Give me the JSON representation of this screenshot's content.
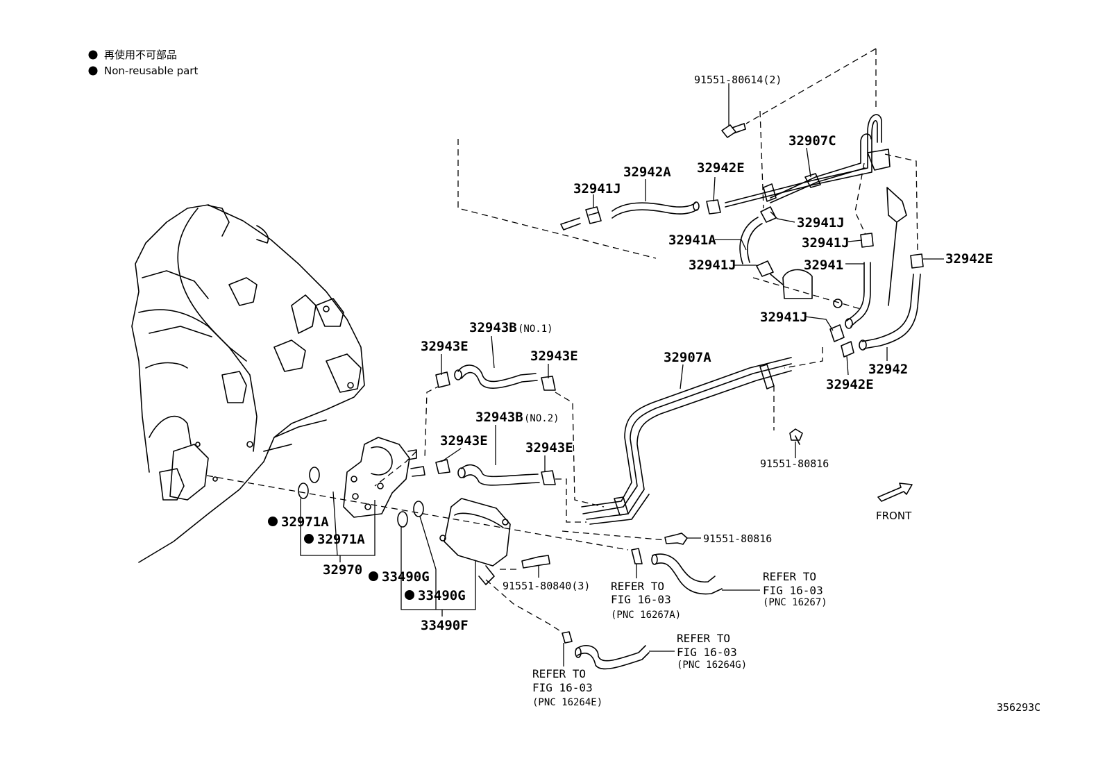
{
  "legend": {
    "line_jp": "再使用不可部品",
    "line_en": "Non-reusable part"
  },
  "labels": {
    "p91551_80614": "91551-80614(2)",
    "p32907C": "32907C",
    "p32942A": "32942A",
    "p32942E_top": "32942E",
    "p32941J_a": "32941J",
    "p32941J_b": "32941J",
    "p32941A": "32941A",
    "p32941J_c": "32941J",
    "p32941J_d": "32941J",
    "p32941": "32941",
    "p32942E_right": "32942E",
    "p32941J_e": "32941J",
    "p32942": "32942",
    "p32942E_lower": "32942E",
    "p32907A": "32907A",
    "p91551_80816_a": "91551-80816",
    "p32943B_no1": "32943B",
    "p32943B_no1_sub": "(NO.1)",
    "p32943E_a": "32943E",
    "p32943E_b": "32943E",
    "p32943B_no2": "32943B",
    "p32943B_no2_sub": "(NO.2)",
    "p32943E_c": "32943E",
    "p32943E_d": "32943E",
    "p32971A_a": "32971A",
    "p32971A_b": "32971A",
    "p32970": "32970",
    "p33490G_a": "33490G",
    "p33490G_b": "33490G",
    "p33490F": "33490F",
    "p91551_80816_b": "91551-80816",
    "p91551_80840": "91551-80840(3)",
    "front": "FRONT",
    "diagram_id": "356293C"
  },
  "refs": {
    "ref1": {
      "l1": "REFER TO",
      "l2": "FIG 16-03",
      "l3": "(PNC 16267A)"
    },
    "ref2": {
      "l1": "REFER TO",
      "l2": "FIG 16-03",
      "l3": "(PNC 16267)"
    },
    "ref3": {
      "l1": "REFER TO",
      "l2": "FIG 16-03",
      "l3": "(PNC 16264G)"
    },
    "ref4": {
      "l1": "REFER TO",
      "l2": "FIG 16-03",
      "l3": "(PNC 16264E)"
    }
  }
}
